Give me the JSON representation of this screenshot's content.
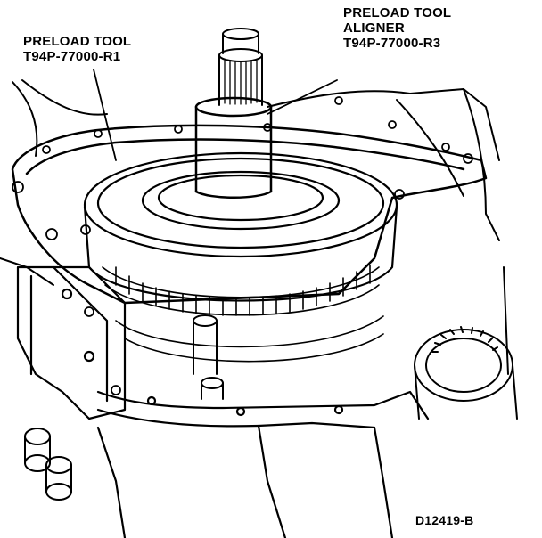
{
  "labels": {
    "preload_tool": {
      "line1": "PRELOAD TOOL",
      "line2": "T94P-77000-R1"
    },
    "aligner": {
      "line1": "PRELOAD TOOL",
      "line2": "ALIGNER",
      "line3": "T94P-77000-R3"
    }
  },
  "figure_id": "D12419-B"
}
